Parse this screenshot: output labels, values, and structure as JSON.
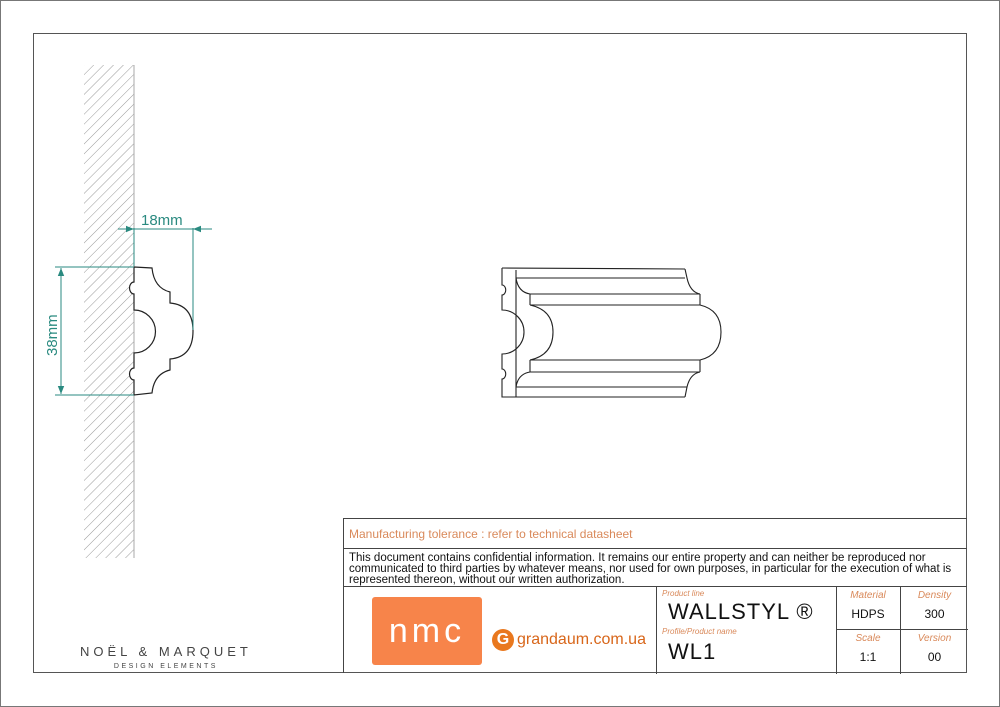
{
  "drawing": {
    "width_dimension": "18mm",
    "height_dimension": "38mm"
  },
  "brand": {
    "name": "NOËL & MARQUET",
    "subtitle": "DESIGN ELEMENTS"
  },
  "title_block": {
    "tolerance_note": "Manufacturing tolerance : refer to technical datasheet",
    "confidentiality_note": "This document contains confidential information. It remains our entire property and can neither be reproduced nor communicated to third parties by whatever means, nor used for own purposes, in particular for the execution of what is represented thereon, without our written authorization.",
    "logo_text": "nmc",
    "website_icon_letter": "G",
    "website": "grandaum.com.ua",
    "product_line_label": "Product line",
    "product_line": "WALLSTYL ®",
    "product_name_label": "Profile/Product name",
    "product_name": "WL1",
    "material_label": "Material",
    "material": "HDPS",
    "density_label": "Density",
    "density": "300",
    "scale_label": "Scale",
    "scale": "1:1",
    "version_label": "Version",
    "version": "00"
  },
  "colors": {
    "accent": "#f7844a",
    "dimension": "#2a8a80",
    "label": "#d9895a"
  }
}
